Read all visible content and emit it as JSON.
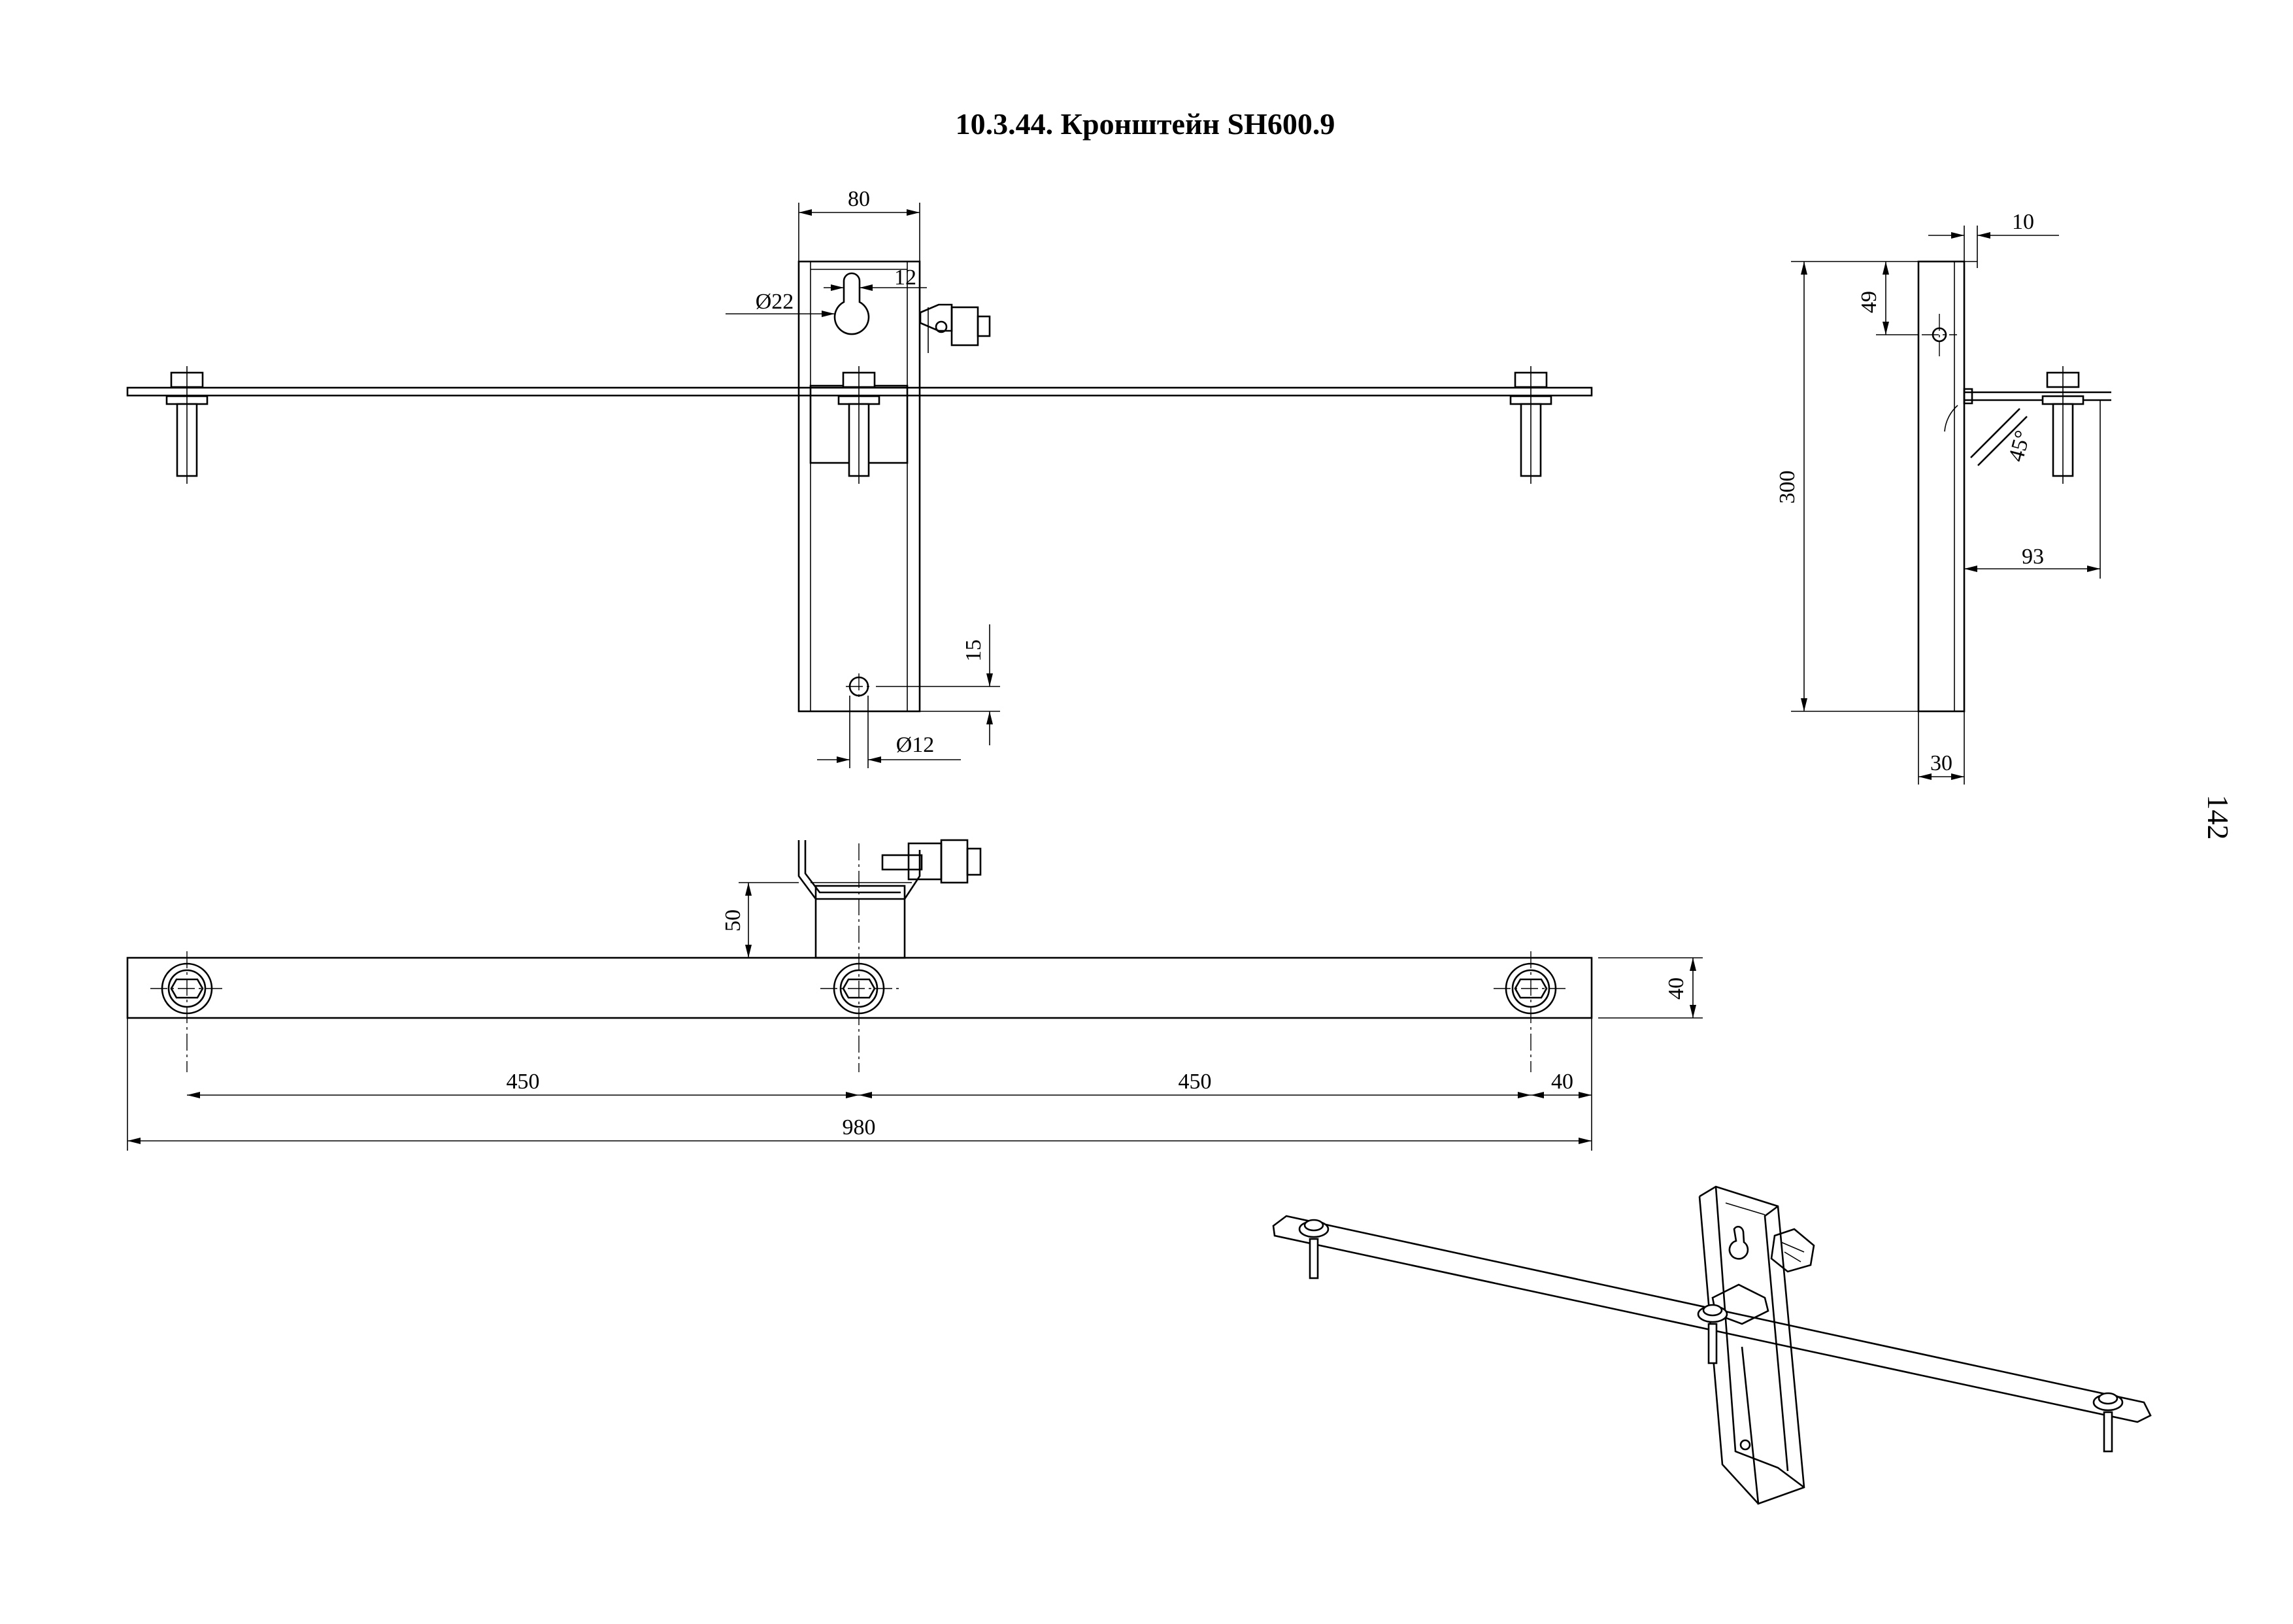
{
  "title": "10.3.44. Кронштейн SH600.9",
  "page_number": "142",
  "front_view": {
    "dim_width": "80",
    "dim_slot_width": "12",
    "dim_slot_dia": "Ø22",
    "dim_hole_offset": "15",
    "dim_hole_dia": "Ø12"
  },
  "side_view": {
    "dim_lip": "10",
    "dim_hole_height": "49",
    "dim_total_height": "300",
    "dim_angle": "45°",
    "dim_reach": "93",
    "dim_depth": "30"
  },
  "top_view": {
    "dim_bracket_height": "50",
    "dim_bar_width": "40",
    "dim_left_span": "450",
    "dim_right_span": "450",
    "dim_end_offset": "40",
    "dim_total_length": "980"
  }
}
